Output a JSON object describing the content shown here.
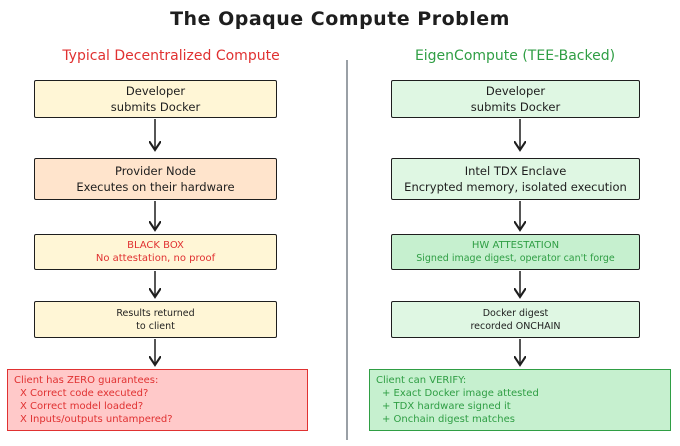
{
  "title": "The Opaque Compute Problem",
  "left": {
    "heading": "Typical Decentralized Compute",
    "step1": [
      "Developer",
      "submits Docker"
    ],
    "step2": [
      "Provider Node",
      "Executes on their hardware"
    ],
    "step3_head": "BLACK BOX",
    "step3_sub": "No attestation, no proof",
    "step4": [
      "Results returned",
      "to client"
    ],
    "final_head": "Client has ZERO guarantees:",
    "final_items": [
      "X Correct code executed?",
      "X Correct model loaded?",
      "X Inputs/outputs untampered?"
    ]
  },
  "right": {
    "heading": "EigenCompute (TEE-Backed)",
    "step1": [
      "Developer",
      "submits Docker"
    ],
    "step2": [
      "Intel TDX Enclave",
      "Encrypted memory, isolated execution"
    ],
    "step3_head": "HW ATTESTATION",
    "step3_sub": "Signed image digest, operator can't forge",
    "step4": [
      "Docker digest",
      "recorded ONCHAIN"
    ],
    "final_head": "Client can VERIFY:",
    "final_items": [
      "+ Exact Docker image attested",
      "+ TDX hardware signed it",
      "+ Onchain digest matches"
    ]
  }
}
